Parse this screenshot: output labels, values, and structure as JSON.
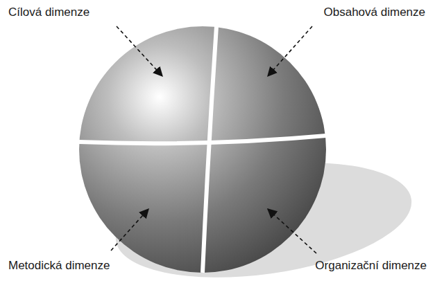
{
  "diagram": {
    "labels": [
      "Cílová dimenze",
      "Obsahová dimenze",
      "Metodická dimenze",
      "Organizační dimenze"
    ]
  }
}
